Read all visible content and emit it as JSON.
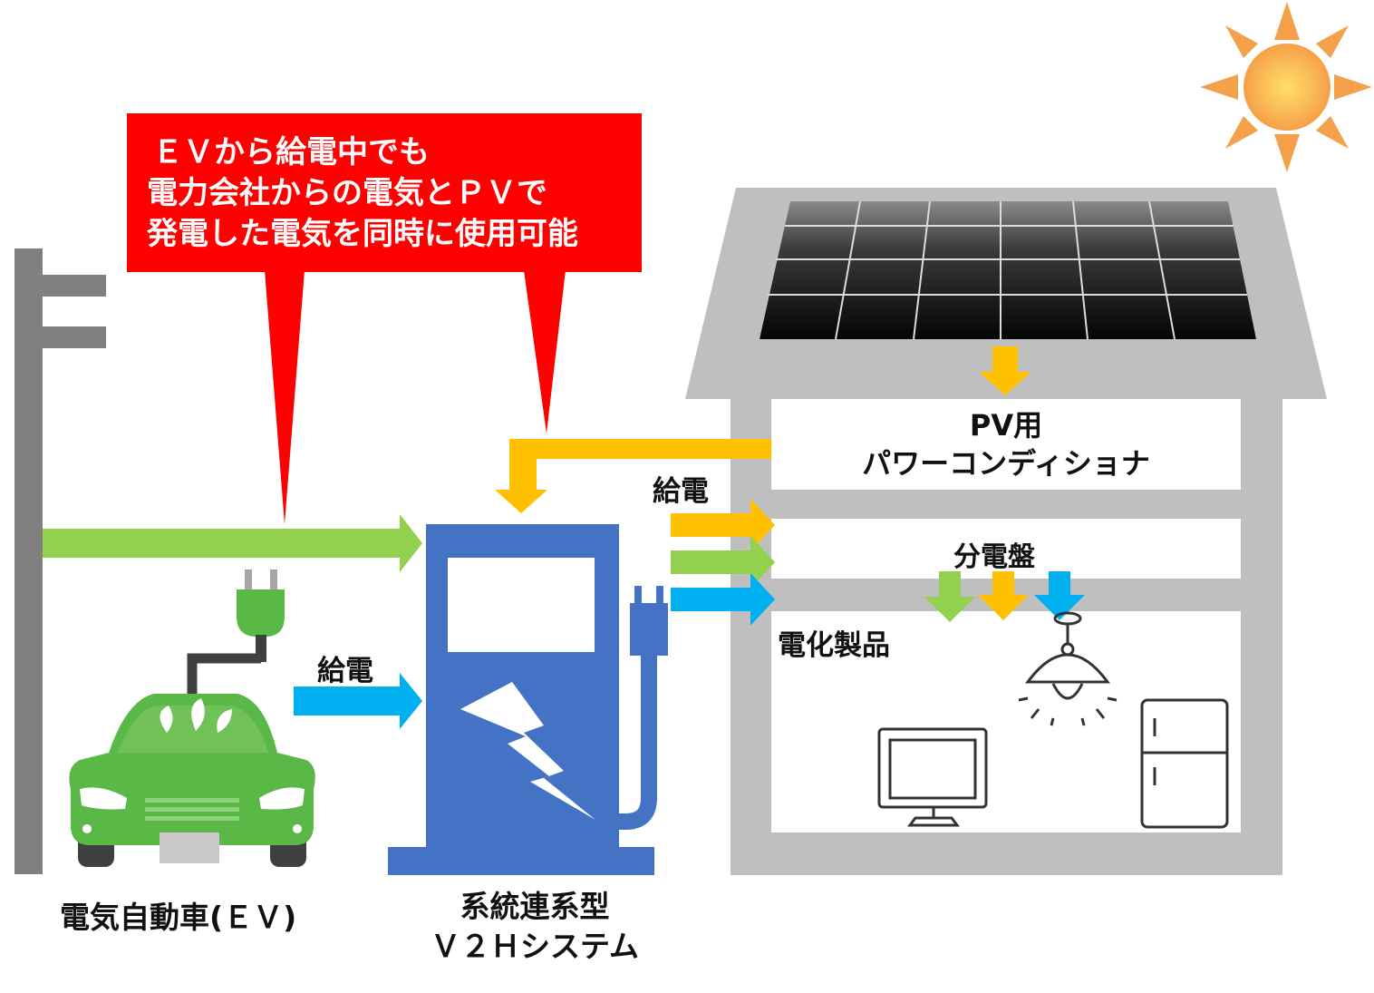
{
  "callout": {
    "line1": "ＥＶから給電中でも",
    "line2": "電力会社からの電気とＰＶで",
    "line3": "発電した電気を同時に使用可能"
  },
  "labels": {
    "pcs_line1": "PV用",
    "pcs_line2": "パワーコンディショナ",
    "feed_right": "給電",
    "feed_left": "給電",
    "distribution_board": "分電盤",
    "appliances": "電化製品",
    "ev": "電気自動車(ＥＶ)",
    "v2h_line1": "系統連系型",
    "v2h_line2": "Ｖ２Ｈシステム"
  },
  "colors": {
    "grid_power": "#92d050",
    "pv_power": "#ffc000",
    "ev_power": "#00b0f0",
    "callout_red": "#ff0000",
    "v2h_blue": "#4472c4",
    "ev_green": "#5ab946",
    "house_gray": "#bfbfbf",
    "pole_gray": "#808080",
    "sun_orange": "#f4a460"
  },
  "icons": [
    "sun-icon",
    "solar-panel-icon",
    "utility-pole-icon",
    "ev-car-icon",
    "plug-icon",
    "v2h-charger-icon",
    "lightning-icon",
    "pendant-lamp-icon",
    "tv-icon",
    "refrigerator-icon"
  ]
}
